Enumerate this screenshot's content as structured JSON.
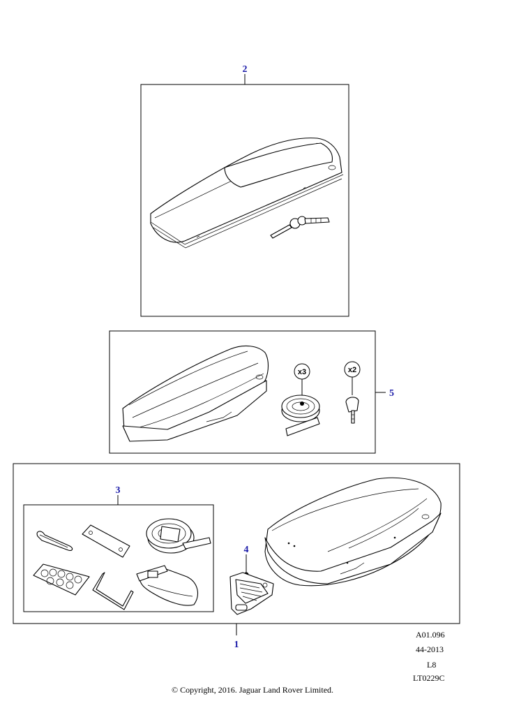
{
  "callouts": {
    "c1": "1",
    "c2": "2",
    "c3": "3",
    "c4": "4",
    "c5": "5"
  },
  "quantities": {
    "tape": "x3",
    "key": "x2"
  },
  "reference": {
    "line1": "A01.096",
    "line2": "44-2013",
    "line3": "L8",
    "line4": "LT0229C"
  },
  "footer": {
    "copyright": "© Copyright, 2016. Jaguar Land Rover Limited."
  }
}
